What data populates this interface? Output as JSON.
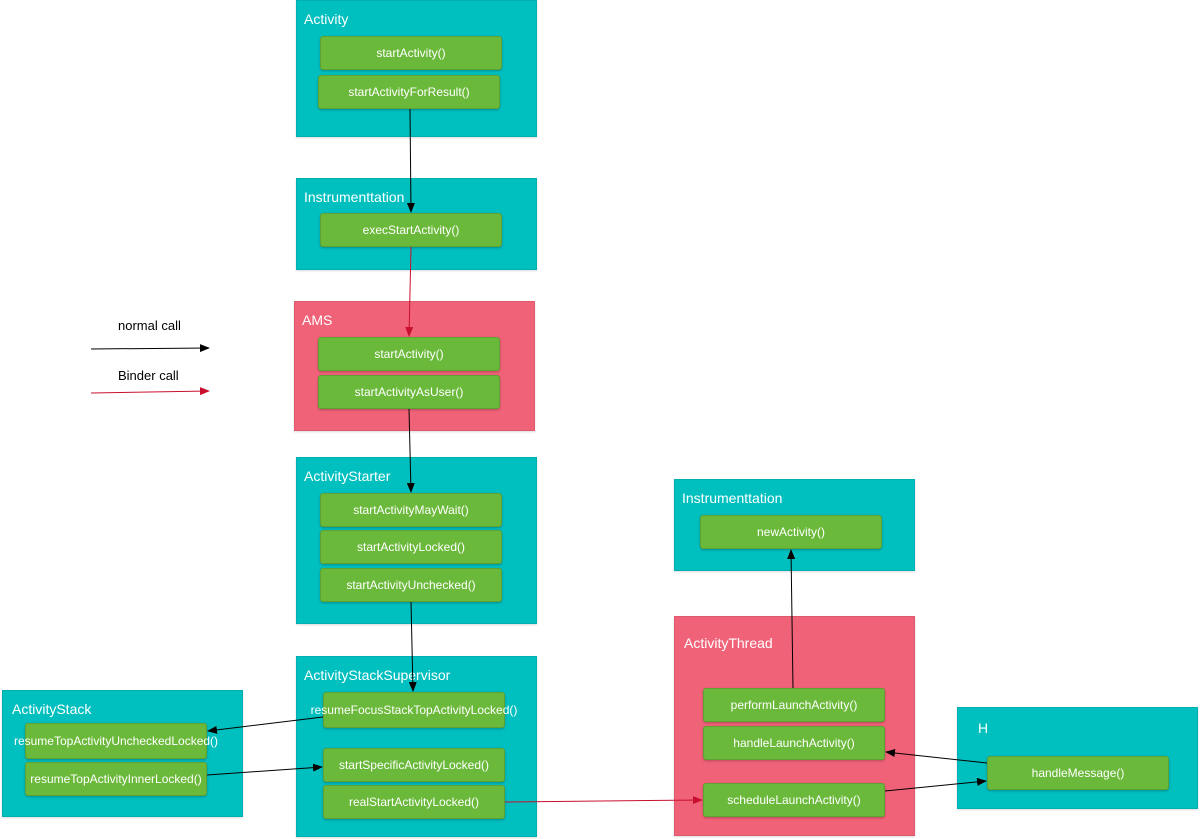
{
  "colors": {
    "container": "#00bfbf",
    "binder_container": "#f06278",
    "method": "#6bb93b",
    "normal_call": "#000000",
    "binder_call": "#c8102e"
  },
  "legend": {
    "normal_call": "normal call",
    "binder_call": "Binder call"
  },
  "boxes": {
    "activity": {
      "title": "Activity",
      "methods": [
        "startActivity()",
        "startActivityForResult()"
      ]
    },
    "instrumentation_top": {
      "title": "Instrumenttation",
      "methods": [
        "execStartActivity()"
      ]
    },
    "ams": {
      "title": "AMS",
      "methods": [
        "startActivity()",
        "startActivityAsUser()"
      ]
    },
    "activity_starter": {
      "title": "ActivityStarter",
      "methods": [
        "startActivityMayWait()",
        "startActivityLocked()",
        "startActivityUnchecked()"
      ]
    },
    "activity_stack_supervisor": {
      "title": "ActivityStackSupervisor",
      "methods": [
        "resumeFocusStackTopActivityLocked()",
        "startSpecificActivityLocked()",
        "realStartActivityLocked()"
      ]
    },
    "activity_stack": {
      "title": "ActivityStack",
      "methods": [
        "resumeTopActivityUncheckedLocked()",
        "resumeTopActivityInnerLocked()"
      ]
    },
    "instrumentation_right": {
      "title": "Instrumenttation",
      "methods": [
        "newActivity()"
      ]
    },
    "activity_thread": {
      "title": "ActivityThread",
      "methods": [
        "performLaunchActivity()",
        "handleLaunchActivity()",
        "scheduleLaunchActivity()"
      ]
    },
    "h": {
      "title": "H",
      "methods": [
        "handleMessage()"
      ]
    }
  }
}
